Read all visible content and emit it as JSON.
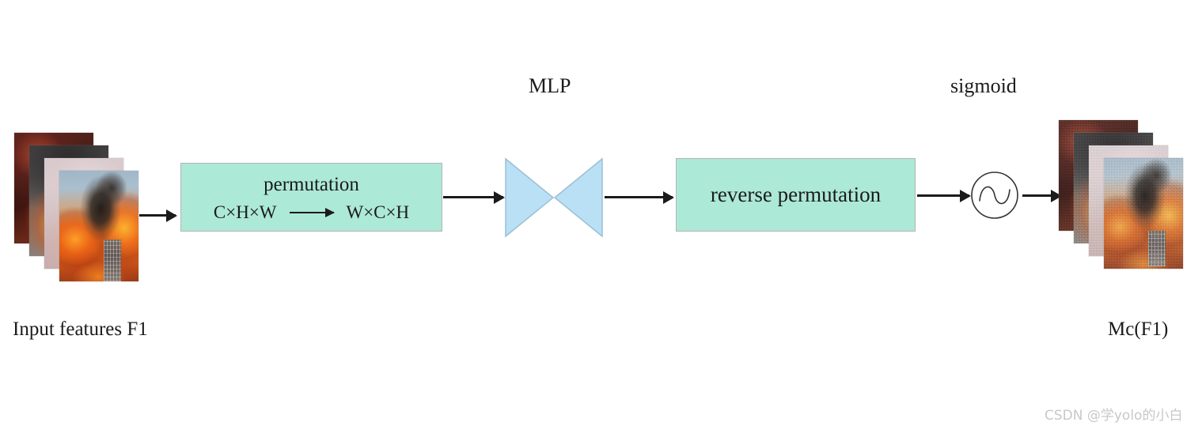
{
  "diagram": {
    "title_labels": {
      "mlp": "MLP",
      "sigmoid": "sigmoid"
    },
    "blocks": {
      "permutation": {
        "title": "permutation",
        "from_shape": "C×H×W",
        "to_shape": "W×C×H",
        "fill_color": "#ace9d6",
        "stroke_color": "#b4b4b4"
      },
      "reverse_permutation": {
        "title": "reverse permutation",
        "fill_color": "#ace9d6",
        "stroke_color": "#b4b4b4"
      },
      "mlp": {
        "shape_name": "bowtie-hourglass",
        "fill_color": "#b9e0f5",
        "stroke_color": "#9cbfd4"
      },
      "sigmoid": {
        "shape_name": "circle-with-s-curve",
        "stroke_color": "#333333"
      }
    },
    "captions": {
      "input": "Input features F1",
      "output": "Mc(F1)"
    },
    "stacks": {
      "input": {
        "name": "input-feature-maps",
        "layer_count": 4
      },
      "output": {
        "name": "output-attention-maps",
        "layer_count": 4
      }
    },
    "arrows": {
      "count": 5,
      "color": "#1b1b1b"
    },
    "watermark": "CSDN @学yolo的小白"
  }
}
